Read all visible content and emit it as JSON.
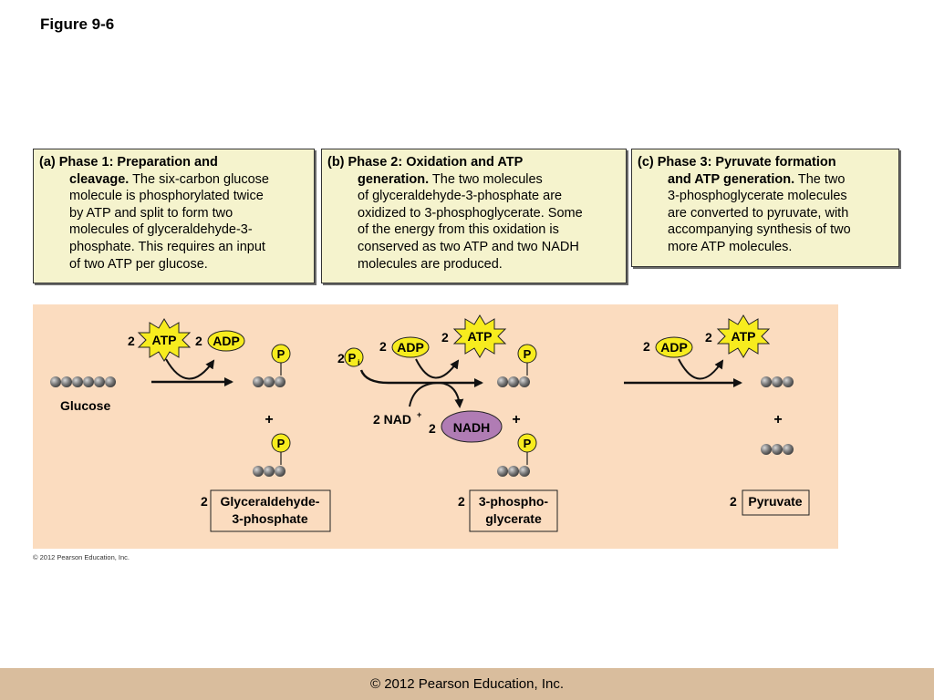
{
  "figure_title": "Figure 9-6",
  "phases": {
    "a": {
      "lines": [
        "(a) Phase 1:  Preparation and",
        "cleavage. The six-carbon glucose",
        "molecule is phosphorylated twice",
        "by ATP and split to form two",
        "molecules of glyceraldehyde-3-",
        "phosphate. This requires an input",
        "of two ATP per glucose."
      ]
    },
    "b": {
      "lines": [
        "(b) Phase 2:  Oxidation and ATP",
        "generation. The two molecules",
        "of glyceraldehyde-3-phosphate are",
        "oxidized to 3-phosphoglycerate. Some",
        "of the energy from this oxidation is",
        "conserved as two ATP and two NADH",
        "molecules are produced."
      ]
    },
    "c": {
      "lines": [
        "(c) Phase 3:  Pyruvate formation",
        "and ATP generation. The two",
        "3-phosphoglycerate molecules",
        "are converted to pyruvate, with",
        "accompanying synthesis of two",
        "more ATP molecules."
      ]
    }
  },
  "diagram": {
    "glucose_label": "Glucose",
    "coef_2": "2",
    "atp": "ATP",
    "adp": "ADP",
    "p": "P",
    "pi_sub": "i",
    "plus": "+",
    "nad_plus": "2 NAD",
    "nad_sup": "+",
    "nadh": "NADH",
    "g3p_line1": "Glyceraldehyde-",
    "g3p_line2": "3-phosphate",
    "pg_line1": "3-phospho-",
    "pg_line2": "glycerate",
    "pyruvate": "Pyruvate",
    "colors": {
      "background": "#fbdcbf",
      "atp_star": "#f7ec1e",
      "adp_oval": "#f7ec1e",
      "nadh_oval": "#b07cb4",
      "carbon_ball": "#6e6e6e"
    }
  },
  "copyright_small": "© 2012 Pearson Education, Inc.",
  "footer": "© 2012 Pearson Education, Inc."
}
